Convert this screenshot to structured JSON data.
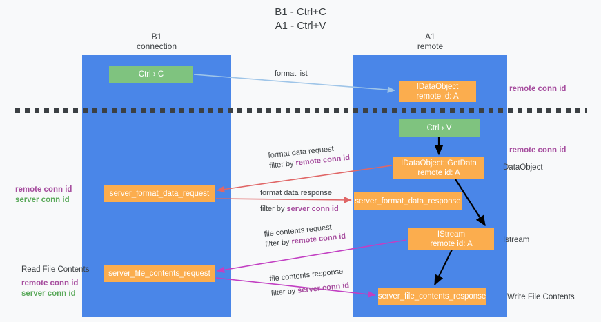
{
  "title": {
    "line1": "B1 - Ctrl+C",
    "line2": "A1 - Ctrl+V"
  },
  "columns": [
    {
      "name": "B1",
      "sub": "connection"
    },
    {
      "name": "A1",
      "sub": "remote"
    }
  ],
  "boxes": {
    "ctrl_c": {
      "label": "Ctrl › C",
      "color": "#7fc37f"
    },
    "ctrl_v": {
      "label": "Ctrl › V",
      "color": "#7fc37f"
    },
    "idataobject": {
      "line1": "IDataObject",
      "line2": "remote id: A",
      "color": "#fbad4e"
    },
    "getdata": {
      "line1": "IDataObject::GetData",
      "line2": "remote id: A",
      "color": "#fbad4e"
    },
    "format_data_request": {
      "label": "server_format_data_request",
      "color": "#fbad4e"
    },
    "format_data_response": {
      "label": "server_format_data_response",
      "color": "#fbad4e"
    },
    "istream": {
      "line1": "IStream",
      "line2": "remote id: A",
      "color": "#fbad4e"
    },
    "file_contents_request": {
      "label": "server_file_contents_request",
      "color": "#fbad4e"
    },
    "file_contents_response": {
      "label": "server_file_contents_response",
      "color": "#fbad4e"
    }
  },
  "edges": {
    "format_list": {
      "label": "format list"
    },
    "format_data_request": {
      "line1": "format data request",
      "line2_prefix": "filter by ",
      "line2_key": "remote conn id"
    },
    "format_data_response": {
      "line1": "format data response",
      "line2_prefix": "filter by ",
      "line2_key": "server conn id"
    },
    "file_contents_request": {
      "line1": "file contents request",
      "line2_prefix": "filter by ",
      "line2_key": "remote conn id"
    },
    "file_contents_response": {
      "line1": "file contents response",
      "line2_prefix": "filter by ",
      "line2_key": "server conn id"
    }
  },
  "annotations": {
    "right_remote_conn_id_top": "remote conn id",
    "right_remote_conn_id_mid": "remote conn id",
    "dataobject": "DataObject",
    "istream": "Istream",
    "write_file_contents": "Write File Contents",
    "left_remote_conn_id_a": "remote conn id",
    "left_server_conn_id_a": "server conn id",
    "read_file_contents": "Read File Contents",
    "left_remote_conn_id_b": "remote conn id",
    "left_server_conn_id_b": "server conn id"
  },
  "colors": {
    "lane": "#4a86e8",
    "green_box": "#7fc37f",
    "orange_box": "#fbad4e",
    "purple_text": "#a64d9e",
    "green_text": "#5aa95a",
    "arrow_blue": "#9fc5e8",
    "arrow_red": "#e06666",
    "arrow_magenta": "#c23fc2",
    "arrow_black": "#000000",
    "background": "#f8f9fa"
  }
}
